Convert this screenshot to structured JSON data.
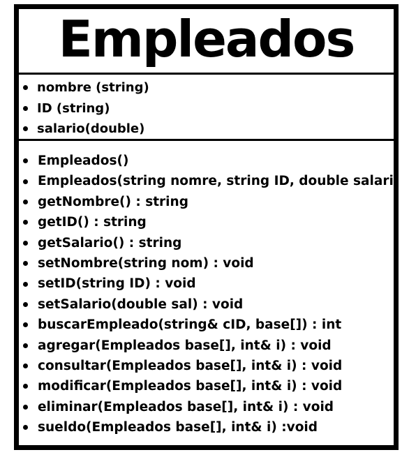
{
  "class": {
    "name": "Empleados",
    "attributes": [
      "nombre (string)",
      "ID (string)",
      "salario(double)"
    ],
    "methods": [
      "Empleados()",
      "Empleados(string nomre, string ID, double salario)",
      "getNombre() : string",
      "getID() : string",
      "getSalario() : string",
      "setNombre(string nom) : void",
      "setID(string ID) : void",
      "setSalario(double sal) : void",
      "buscarEmpleado(string& cID, base[]) : int",
      "agregar(Empleados base[], int& i) : void",
      "consultar(Empleados base[], int& i) : void",
      "modificar(Empleados base[], int& i) : void",
      "eliminar(Empleados base[], int& i) : void",
      "sueldo(Empleados base[], int& i) :void"
    ]
  },
  "colors": {
    "border": "#000000",
    "background": "#ffffff",
    "text": "#000000"
  }
}
